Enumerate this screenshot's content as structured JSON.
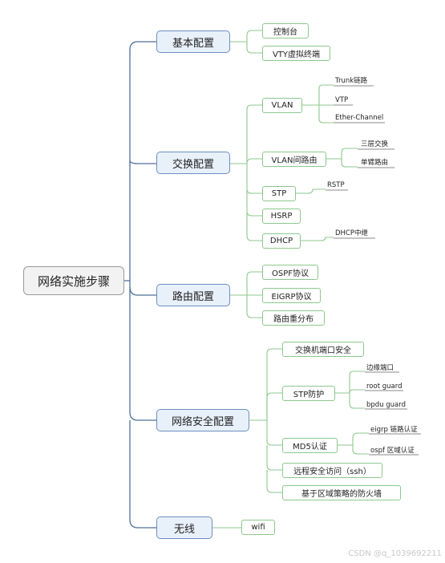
{
  "root": "网络实施步骤",
  "branches": [
    {
      "label": "基本配置",
      "children": [
        {
          "label": "控制台"
        },
        {
          "label": "VTY虚拟终端"
        }
      ]
    },
    {
      "label": "交换配置",
      "children": [
        {
          "label": "VLAN",
          "children": [
            "Trunk链路",
            "VTP",
            "Ether-Channel"
          ]
        },
        {
          "label": "VLAN间路由",
          "children": [
            "三层交换",
            "单臂路由"
          ]
        },
        {
          "label": "STP",
          "children": [
            "RSTP"
          ]
        },
        {
          "label": "HSRP"
        },
        {
          "label": "DHCP",
          "children": [
            "DHCP中继"
          ]
        }
      ]
    },
    {
      "label": "路由配置",
      "children": [
        {
          "label": "OSPF协议"
        },
        {
          "label": "EIGRP协议"
        },
        {
          "label": "路由重分布"
        }
      ]
    },
    {
      "label": "网络安全配置",
      "children": [
        {
          "label": "交换机端口安全"
        },
        {
          "label": "STP防护",
          "children": [
            "边缘端口",
            "root guard",
            "bpdu guard"
          ]
        },
        {
          "label": "MD5认证",
          "children": [
            "eigrp 链路认证",
            "ospf 区域认证"
          ]
        },
        {
          "label": "远程安全访问（ssh）"
        },
        {
          "label": "基于区域策略的防火墙"
        }
      ]
    },
    {
      "label": "无线",
      "children": [
        {
          "label": "wifi"
        }
      ]
    }
  ],
  "watermark": "CSDN @q_1039692211"
}
